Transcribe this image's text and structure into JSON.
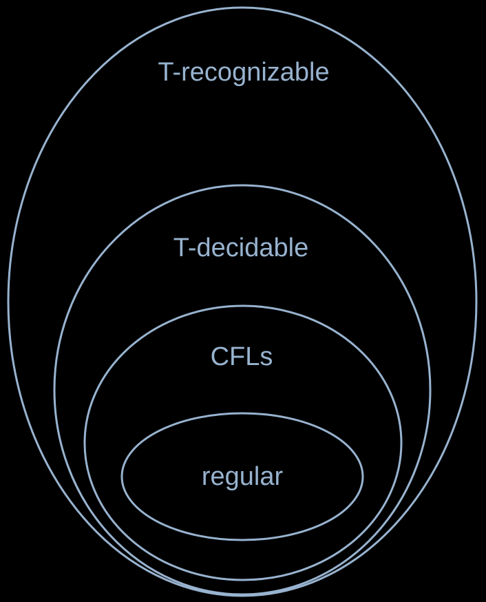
{
  "colors": {
    "background": "#000000",
    "outline": "#98b3cf",
    "label": "#98b3cf"
  },
  "sets": [
    {
      "label": "T-recognizable"
    },
    {
      "label": "T-decidable"
    },
    {
      "label": "CFLs"
    },
    {
      "label": "regular"
    }
  ]
}
